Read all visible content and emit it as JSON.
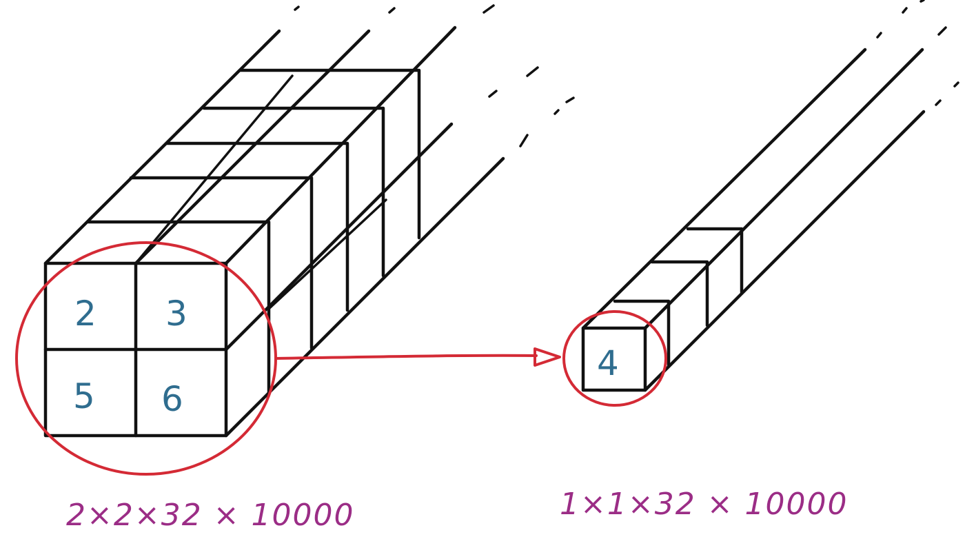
{
  "left_block": {
    "cells": [
      "2",
      "3",
      "5",
      "6"
    ],
    "dims": "2×2×32 × 10000"
  },
  "right_block": {
    "cell": "4",
    "dims": "1×1×32 × 10000"
  },
  "colors": {
    "ink": "#111111",
    "highlight": "#d42a35",
    "numbers": "#2f6d8f",
    "dims": "#9b2d86"
  }
}
